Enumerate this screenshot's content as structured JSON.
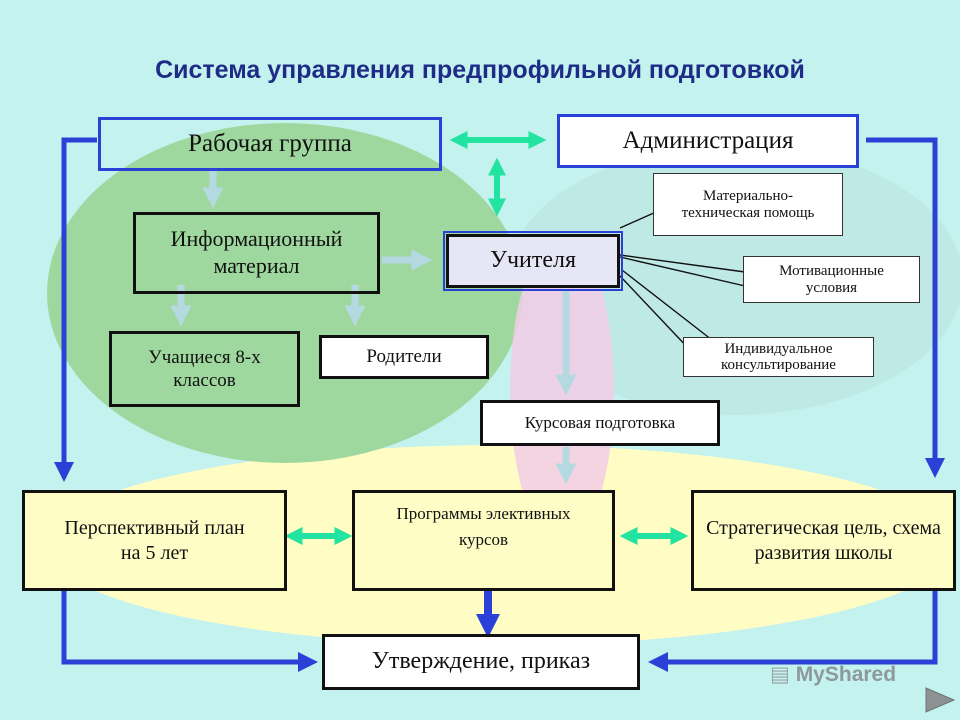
{
  "title": "Система управления предпрофильной подготовкой",
  "nodes": {
    "working_group": "Рабочая группа",
    "administration": "Администрация",
    "info_material": "Информационный материал",
    "teachers": "Учителя",
    "students": "Учащиеся 8-х классов",
    "parents": "Родители",
    "material_help": "Материально-техническая помощь",
    "motivation": "Мотивационные условия",
    "consulting": "Индивидуальное консультирование",
    "course_training": "Курсовая подготовка",
    "plan": "Перспективный план на 5 лет",
    "programs": "Программы элективных курсов",
    "strategic_goal": "Стратегическая цель, схема развития школы",
    "approval": "Утверждение, приказ"
  },
  "watermark": {
    "brand": "MyShared"
  },
  "colors": {
    "background": "#c4f2ef",
    "title": "#1f2c87",
    "blue_arrow": "#2a40d6",
    "green_arrow": "#22e3a0",
    "light_arrow": "#b5d9e0",
    "green_zone": "#9fd89f",
    "yellow_zone": "#fffcc4",
    "pink_zone": "#f2cde6"
  }
}
